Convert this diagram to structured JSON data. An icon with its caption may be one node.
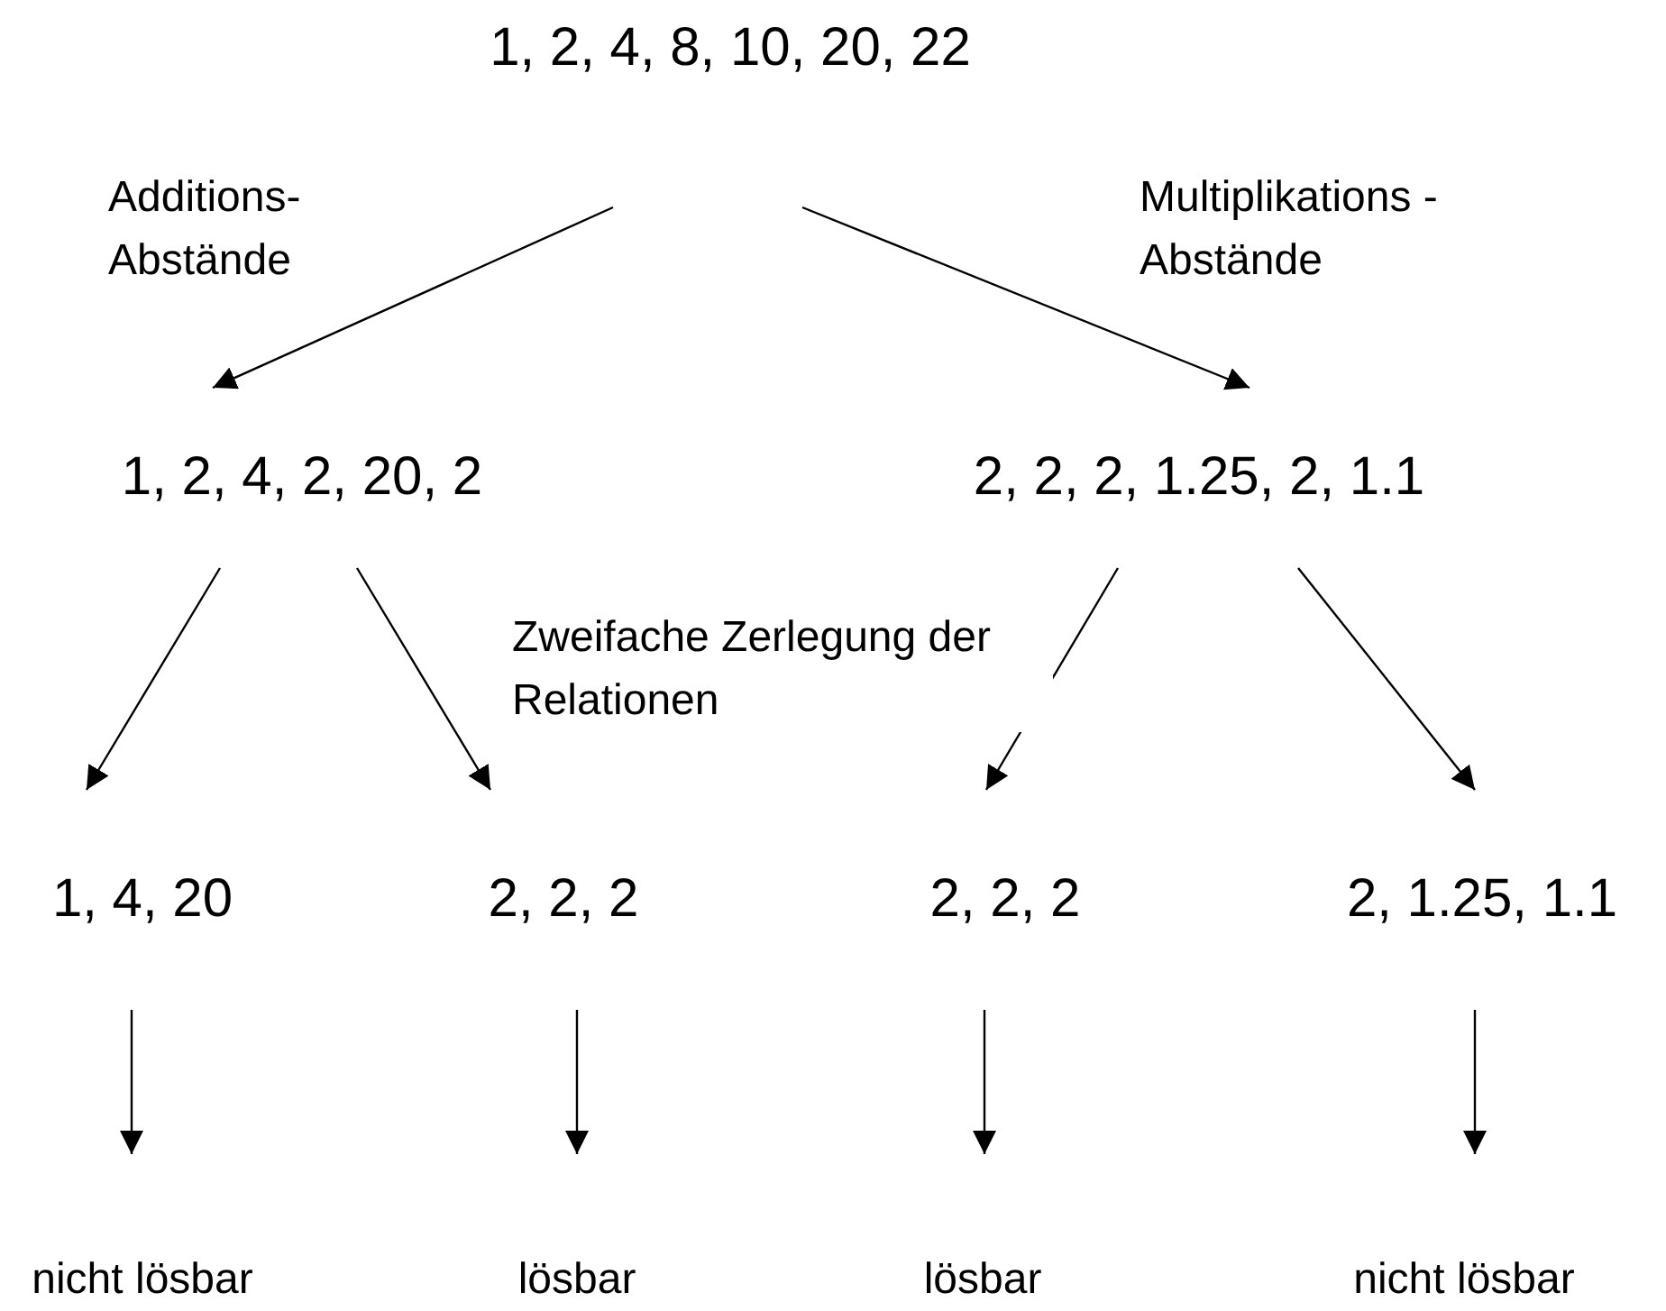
{
  "diagram": {
    "nodes": [
      {
        "text": [
          "1, 2, 4, 8, 10, 20, 22"
        ]
      },
      {
        "text": [
          "1, 2, 4, 2, 20, 2"
        ]
      },
      {
        "text": [
          "2, 2, 2, 1.25, 2, 1.1"
        ]
      },
      {
        "text": [
          "1, 4, 20"
        ]
      },
      {
        "text": [
          "2, 2, 2"
        ]
      },
      {
        "text": [
          "2, 2, 2"
        ]
      },
      {
        "text": [
          "2, 1.25, 1.1"
        ]
      },
      {
        "text": [
          "nicht lösbar"
        ]
      },
      {
        "text": [
          "lösbar"
        ]
      },
      {
        "text": [
          "lösbar"
        ]
      },
      {
        "text": [
          "nicht lösbar"
        ]
      }
    ],
    "edges": [
      {
        "from": 0,
        "to": 1,
        "arrow": "to",
        "label": "Additions- Abstände"
      },
      {
        "from": 0,
        "to": 2,
        "arrow": "to",
        "label": "Multiplikations -Abstände"
      },
      {
        "from": 1,
        "to": 3,
        "arrow": "to"
      },
      {
        "from": 1,
        "to": 4,
        "arrow": "to"
      },
      {
        "from": 2,
        "to": 5,
        "arrow": "to"
      },
      {
        "from": 2,
        "to": 6,
        "arrow": "to"
      },
      {
        "from": 3,
        "to": 7,
        "arrow": "to"
      },
      {
        "from": 4,
        "to": 8,
        "arrow": "to"
      },
      {
        "from": 5,
        "to": 9,
        "arrow": "to"
      },
      {
        "from": 6,
        "to": 10,
        "arrow": "to"
      }
    ],
    "labels": [
      "Zweifache Zerlegung der Relationen"
    ]
  }
}
